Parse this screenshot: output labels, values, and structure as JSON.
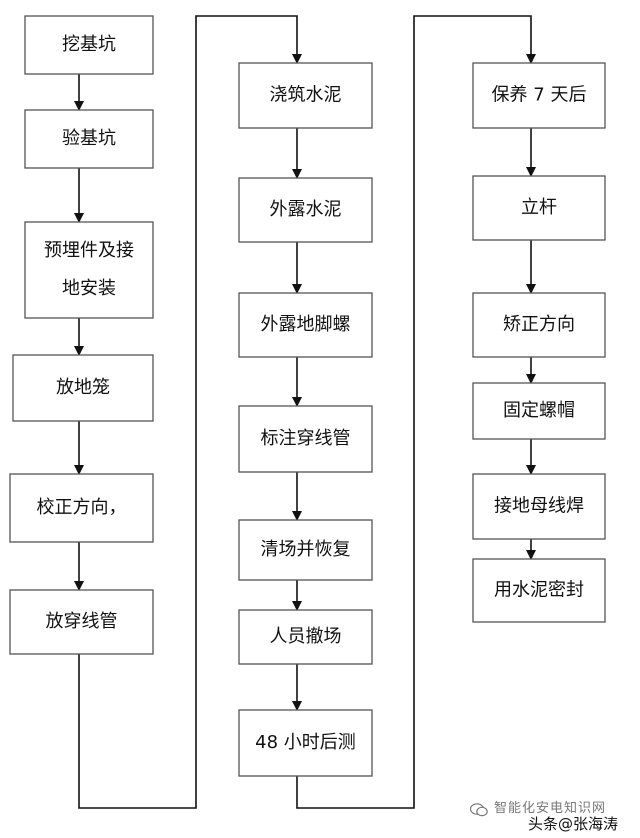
{
  "steps": [
    "挖基坑",
    "验基坑",
    [
      "预埋件及接",
      "地安装"
    ],
    "放地笼",
    "校正方向，",
    "放穿线管",
    "浇筑水泥",
    "外露水泥",
    "外露地脚螺",
    "标注穿线管",
    "清场并恢复",
    "人员撤场",
    "48 小时后测",
    "保养 7 天后",
    "立杆",
    "矫正方向",
    "固定螺帽",
    "接地母线焊",
    "用水泥密封"
  ],
  "watermark": {
    "channel": "智能化安电知识网",
    "author": "头条@张海涛",
    "icon": "wechat-icon"
  },
  "colors": {
    "stroke": "#111111",
    "box_border": "#555555",
    "background": "#ffffff"
  }
}
